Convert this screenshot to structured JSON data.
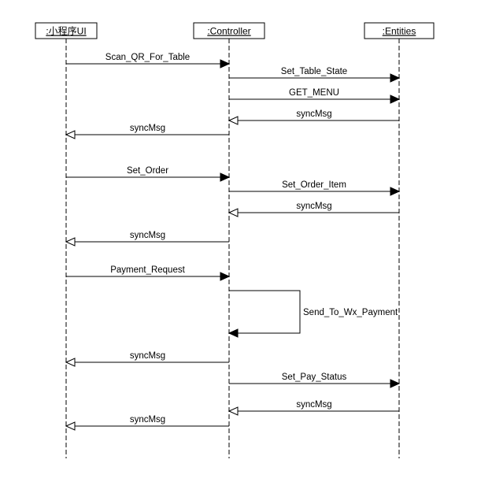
{
  "participants": [
    {
      "id": "ui",
      "label": ":小程序UI"
    },
    {
      "id": "controller",
      "label": ":Controller"
    },
    {
      "id": "entities",
      "label": ":Entities"
    }
  ],
  "messages": [
    {
      "from": "ui",
      "to": "controller",
      "label": "Scan_QR_For_Table",
      "kind": "sync"
    },
    {
      "from": "controller",
      "to": "entities",
      "label": "Set_Table_State",
      "kind": "sync"
    },
    {
      "from": "controller",
      "to": "entities",
      "label": "GET_MENU",
      "kind": "sync"
    },
    {
      "from": "entities",
      "to": "controller",
      "label": "syncMsg",
      "kind": "reply"
    },
    {
      "from": "controller",
      "to": "ui",
      "label": "syncMsg",
      "kind": "reply"
    },
    {
      "from": "ui",
      "to": "controller",
      "label": "Set_Order",
      "kind": "sync"
    },
    {
      "from": "controller",
      "to": "entities",
      "label": "Set_Order_Item",
      "kind": "sync"
    },
    {
      "from": "entities",
      "to": "controller",
      "label": "syncMsg",
      "kind": "reply"
    },
    {
      "from": "controller",
      "to": "ui",
      "label": "syncMsg",
      "kind": "reply"
    },
    {
      "from": "ui",
      "to": "controller",
      "label": "Payment_Request",
      "kind": "sync"
    },
    {
      "from": "controller",
      "to": "controller",
      "label": "Send_To_Wx_Payment",
      "kind": "self"
    },
    {
      "from": "controller",
      "to": "ui",
      "label": "syncMsg",
      "kind": "reply"
    },
    {
      "from": "controller",
      "to": "entities",
      "label": "Set_Pay_Status",
      "kind": "sync"
    },
    {
      "from": "entities",
      "to": "controller",
      "label": "syncMsg",
      "kind": "reply"
    },
    {
      "from": "controller",
      "to": "ui",
      "label": "syncMsg",
      "kind": "reply"
    }
  ]
}
